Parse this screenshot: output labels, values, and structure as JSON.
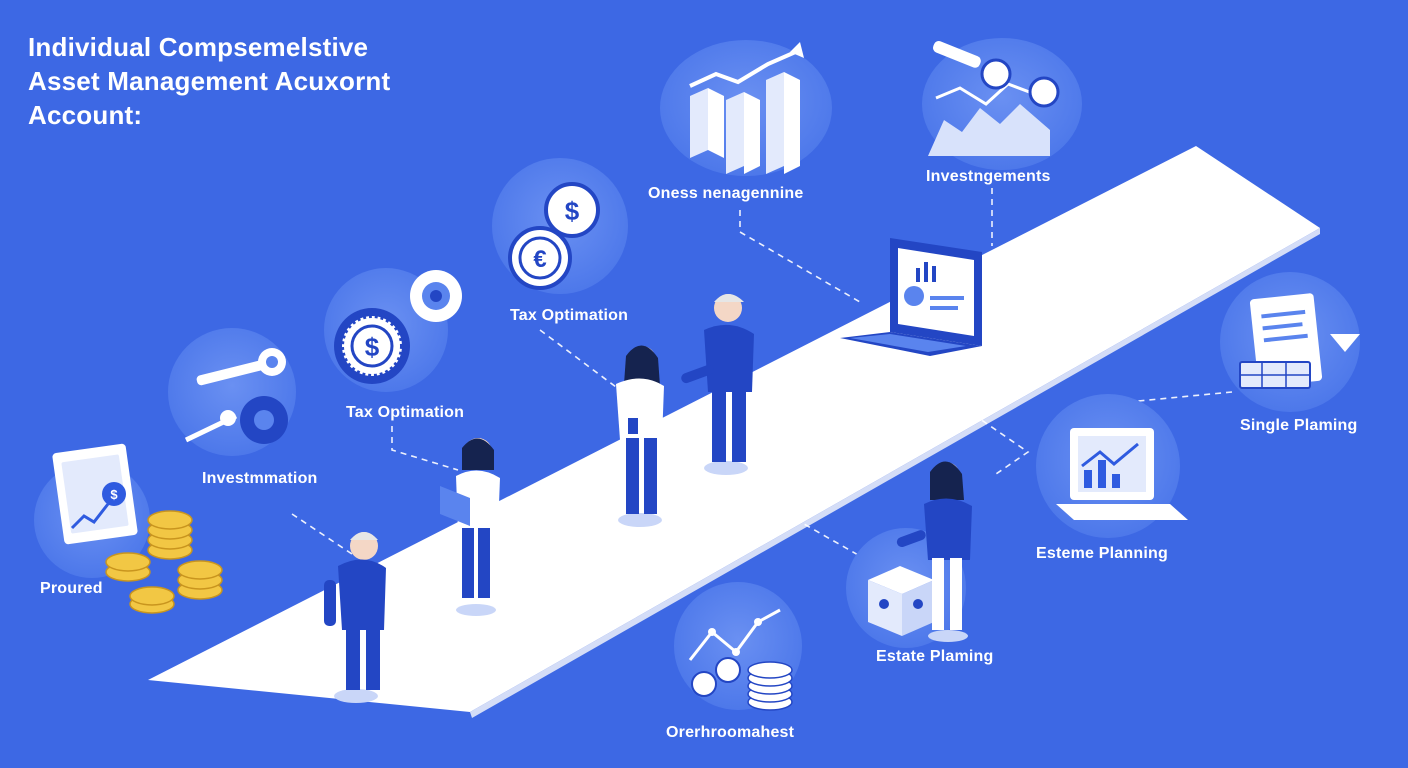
{
  "title": {
    "line1": "Individual Compsemelstive",
    "line2": "Asset Management  Acuxornt",
    "line3": "Account:"
  },
  "labels": {
    "proured": "Proured",
    "investmmation": "Investmmation",
    "tax_optimation_1": "Tax Optimation",
    "tax_optimation_2": "Tax Optimation",
    "oness_nenagennine": "Oness nenagennine",
    "investngements": "Investngements",
    "single_plaming": "Single Plaming",
    "esteme_planning": "Esteme Planning",
    "estate_plaming": "Estate Plaming",
    "orerhroomahest": "Orerhroomahest"
  },
  "colors": {
    "background": "#3d68e4",
    "bubble": "#5a84ee",
    "path": "#ffffff",
    "figure": "#2346c4",
    "coin": "#f2c744"
  },
  "icons": [
    "document-coin-icon",
    "coin-stack-icon",
    "key-gear-icon",
    "dollar-coin-icon",
    "target-bubble-icon",
    "euro-coin-icon",
    "bar-chart-growth-icon",
    "magnifier-chart-icon",
    "laptop-dashboard-icon",
    "document-list-icon",
    "monitor-chart-icon",
    "package-box-icon",
    "line-chart-coins-icon"
  ]
}
